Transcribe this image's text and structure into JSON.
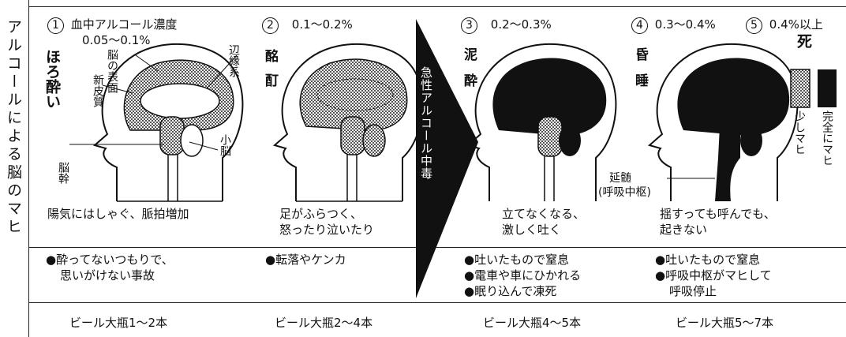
{
  "side_title": "アルコールによる脳のマヒ",
  "stages": [
    {
      "num": "1",
      "level_line1": "血中アルコール濃度",
      "level_line2": "0.05〜0.1%",
      "name": "ほろ酔い",
      "symptom_lines": [
        "陽気にはしゃぐ、脈拍増加"
      ],
      "dangers": [
        "●酔ってないつもりで、",
        "思いがけない事故"
      ],
      "beer": "ビール大瓶1〜2本"
    },
    {
      "num": "2",
      "level": "0.1〜0.2%",
      "name": "酩酊",
      "symptom_lines": [
        "足がふらつく、",
        "怒ったり泣いたり"
      ],
      "dangers": [
        "●転落やケンカ"
      ],
      "beer": "ビール大瓶2〜4本"
    },
    {
      "num": "3",
      "level": "0.2〜0.3%",
      "name": "泥酔",
      "symptom_lines": [
        "立てなくなる、",
        "激しく吐く"
      ],
      "dangers": [
        "●吐いたもので窒息",
        "●電車や車にひかれる",
        "●眠り込んで凍死"
      ],
      "beer": "ビール大瓶4〜5本"
    },
    {
      "num": "4",
      "level": "0.3〜0.4%",
      "name": "昏睡",
      "symptom_lines": [
        "揺すっても呼んでも、",
        "起きない"
      ],
      "dangers": [
        "●吐いたもので窒息",
        "●呼吸中枢がマヒして",
        "呼吸停止"
      ],
      "beer": "ビール大瓶5〜7本"
    },
    {
      "num": "5",
      "level": "0.4%以上",
      "name": "死"
    }
  ],
  "arrow_label": "急性アルコール中毒",
  "brain_labels": {
    "edge": "辺縁系",
    "surface": "脳の表面",
    "neocortex": "新皮質",
    "cerebellum": "小脳",
    "brainstem": "脳幹",
    "medulla_line1": "延髄",
    "medulla_line2": "(呼吸中枢)"
  },
  "legend": {
    "partial": "少しマヒ",
    "full": "完全にマヒ"
  }
}
